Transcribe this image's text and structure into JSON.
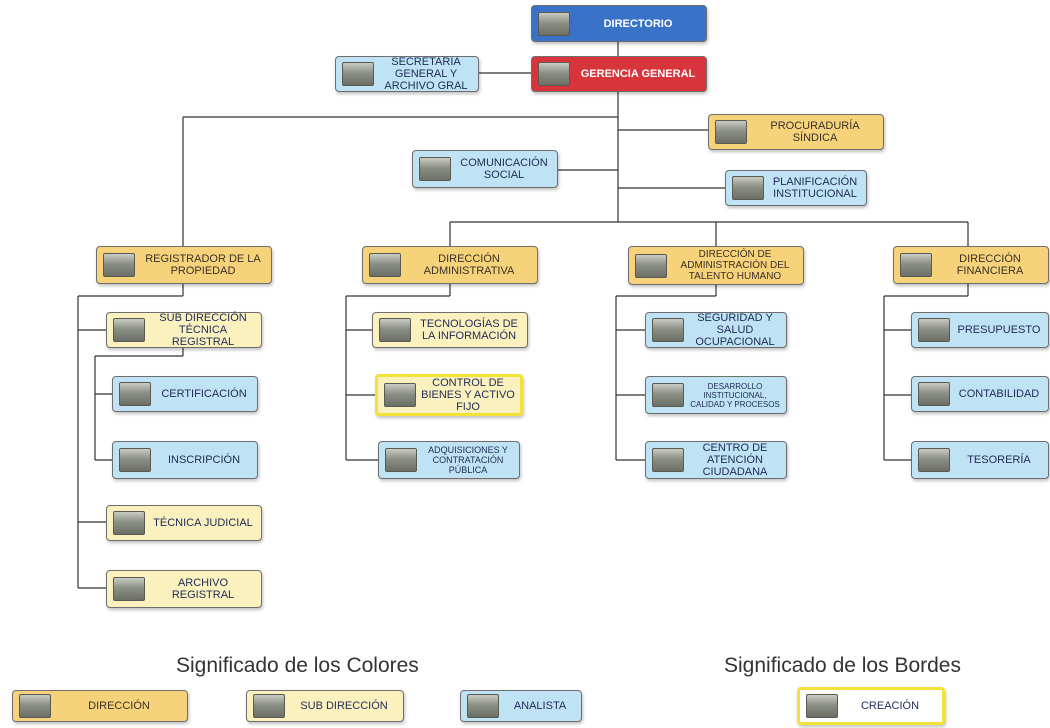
{
  "nodes": {
    "directorio": "DIRECTORIO",
    "gerencia": "GERENCIA GENERAL",
    "secretaria": "SECRETARIA GENERAL Y ARCHIVO GRAL",
    "procuraduria": "PROCURADURÍA SÍNDICA",
    "comunicacion": "COMUNICACIÓN SOCIAL",
    "planificacion": "PLANIFICACIÓN INSTITUCIONAL",
    "registrador": "REGISTRADOR DE LA PROPIEDAD",
    "dir_administrativa": "DIRECCIÓN ADMINISTRATIVA",
    "dir_talento": "DIRECCIÓN DE ADMINISTRACIÓN DEL TALENTO HUMANO",
    "dir_financiera": "DIRECCIÓN FINANCIERA",
    "sub_tecnica": "SUB DIRECCIÓN TÉCNICA REGISTRAL",
    "certificacion": "CERTIFICACIÓN",
    "inscripcion": "INSCRIPCIÓN",
    "tecnica_judicial": "TÉCNICA JUDICIAL",
    "archivo_registral": "ARCHIVO REGISTRAL",
    "tecnologias": "TECNOLOGÍAS DE LA INFORMACIÓN",
    "control_bienes": "CONTROL DE BIENES Y ACTIVO FIJO",
    "adquisiciones": "ADQUISICIONES Y CONTRATACIÓN PÚBLICA",
    "seguridad": "SEGURIDAD Y SALUD OCUPACIONAL",
    "desarrollo": "DESARROLLO INSTITUCIONAL, CALIDAD Y PROCESOS",
    "centro_atencion": "CENTRO DE ATENCIÓN CIUDADANA",
    "presupuesto": "PRESUPUESTO",
    "contabilidad": "CONTABILIDAD",
    "tesoreria": "TESORERÍA"
  },
  "legend": {
    "colors_title": "Significado de los Colores",
    "borders_title": "Significado de los Bordes",
    "direccion": "DIRECCIÓN",
    "sub_direccion": "SUB DIRECCIÓN",
    "analista": "ANALISTA",
    "creacion": "CREACIÓN"
  },
  "colors": {
    "direccion": "#f6d27a",
    "sub_direccion": "#fbf1bf",
    "analista": "#bfe3f4",
    "directorio": "#3a72c8",
    "gerencia": "#d7343c",
    "creacion_border": "#f2e23a"
  }
}
